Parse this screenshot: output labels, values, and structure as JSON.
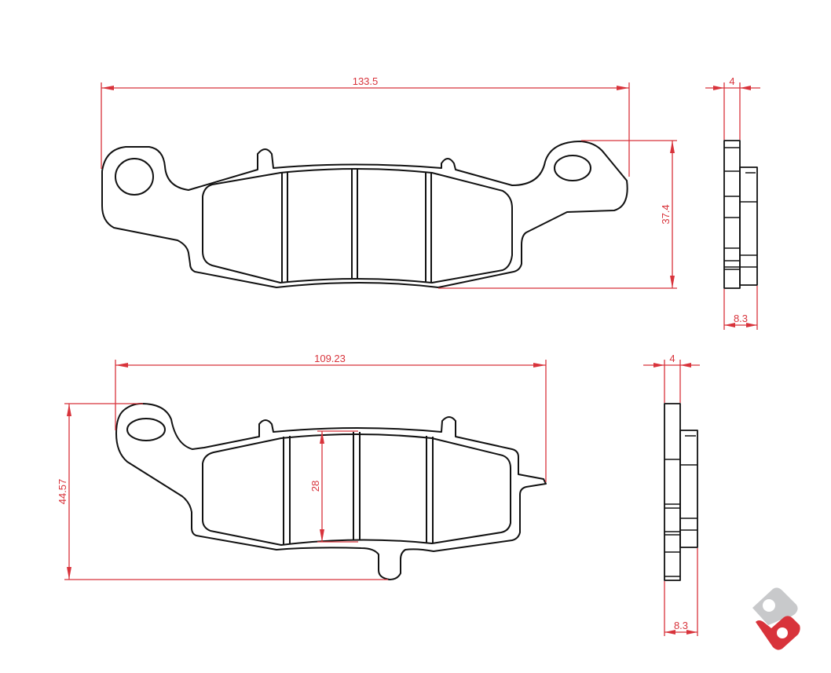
{
  "top_view": {
    "length_label": "133.5",
    "height_label": "37.4",
    "side_thickness_label": "4",
    "side_total_label": "8.3"
  },
  "bottom_view": {
    "length_label": "109.23",
    "height_label": "44.57",
    "friction_height_label": "28",
    "side_thickness_label": "4",
    "side_total_label": "8.3"
  },
  "colors": {
    "dimension": "#d8333b",
    "outline": "#111111",
    "logo_gray": "#c8c9cb",
    "logo_red": "#d8333b"
  },
  "logo": {
    "icon": "brand-logo-icon"
  }
}
